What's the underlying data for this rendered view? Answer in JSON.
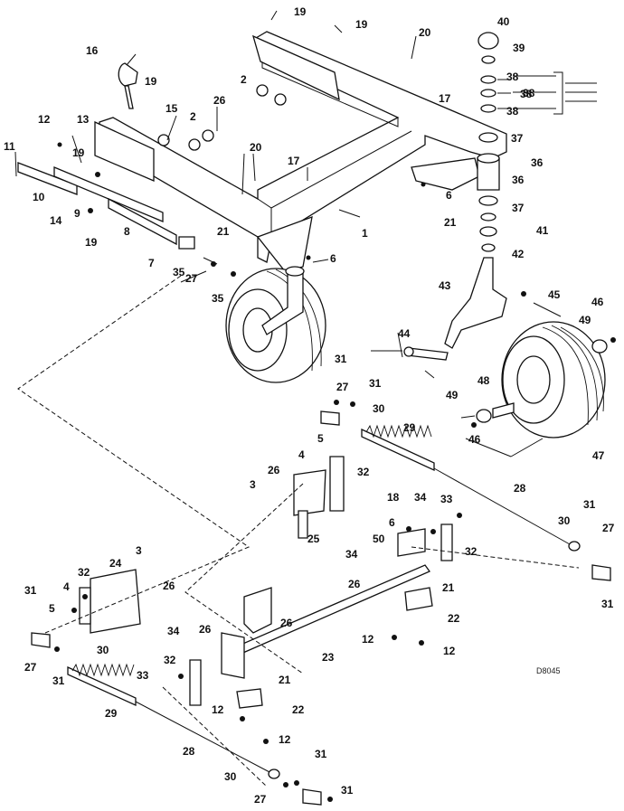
{
  "figure_code": "D8045",
  "callouts": [
    {
      "id": "c19a",
      "text": "19"
    },
    {
      "id": "c19b",
      "text": "19"
    },
    {
      "id": "c20a",
      "text": "20"
    },
    {
      "id": "c40",
      "text": "40"
    },
    {
      "id": "c39",
      "text": "39"
    },
    {
      "id": "c38a",
      "text": "38"
    },
    {
      "id": "c38b",
      "text": "38"
    },
    {
      "id": "c38c",
      "text": "38"
    },
    {
      "id": "c38d",
      "text": "38"
    },
    {
      "id": "c16",
      "text": "16"
    },
    {
      "id": "c2a",
      "text": "2"
    },
    {
      "id": "c17a",
      "text": "17"
    },
    {
      "id": "c19c",
      "text": "19"
    },
    {
      "id": "c26a",
      "text": "26"
    },
    {
      "id": "c2b",
      "text": "2"
    },
    {
      "id": "c12a",
      "text": "12"
    },
    {
      "id": "c13",
      "text": "13"
    },
    {
      "id": "c15",
      "text": "15"
    },
    {
      "id": "c37a",
      "text": "37"
    },
    {
      "id": "c11",
      "text": "11"
    },
    {
      "id": "c19d",
      "text": "19"
    },
    {
      "id": "c20b",
      "text": "20"
    },
    {
      "id": "c36a",
      "text": "36"
    },
    {
      "id": "c17b",
      "text": "17"
    },
    {
      "id": "c10",
      "text": "10"
    },
    {
      "id": "c36b",
      "text": "36"
    },
    {
      "id": "c14",
      "text": "14"
    },
    {
      "id": "c9",
      "text": "9"
    },
    {
      "id": "c6a",
      "text": "6"
    },
    {
      "id": "c1",
      "text": "1"
    },
    {
      "id": "c37b",
      "text": "37"
    },
    {
      "id": "c21a",
      "text": "21"
    },
    {
      "id": "c19e",
      "text": "19"
    },
    {
      "id": "c8",
      "text": "8"
    },
    {
      "id": "c41",
      "text": "41"
    },
    {
      "id": "c21b",
      "text": "21"
    },
    {
      "id": "c42",
      "text": "42"
    },
    {
      "id": "c7",
      "text": "7"
    },
    {
      "id": "c6b",
      "text": "6"
    },
    {
      "id": "c35a",
      "text": "35"
    },
    {
      "id": "c27a",
      "text": "27"
    },
    {
      "id": "c35b",
      "text": "35"
    },
    {
      "id": "c43",
      "text": "43"
    },
    {
      "id": "c45",
      "text": "45"
    },
    {
      "id": "c46a",
      "text": "46"
    },
    {
      "id": "c49a",
      "text": "49"
    },
    {
      "id": "c44",
      "text": "44"
    },
    {
      "id": "c31a",
      "text": "31"
    },
    {
      "id": "c27b",
      "text": "27"
    },
    {
      "id": "c31b",
      "text": "31"
    },
    {
      "id": "c48",
      "text": "48"
    },
    {
      "id": "c30a",
      "text": "30"
    },
    {
      "id": "c49b",
      "text": "49"
    },
    {
      "id": "c29a",
      "text": "29"
    },
    {
      "id": "c46b",
      "text": "46"
    },
    {
      "id": "c5a",
      "text": "5"
    },
    {
      "id": "c4a",
      "text": "4"
    },
    {
      "id": "c47",
      "text": "47"
    },
    {
      "id": "c26b",
      "text": "26"
    },
    {
      "id": "c32a",
      "text": "32"
    },
    {
      "id": "c3a",
      "text": "3"
    },
    {
      "id": "c28a",
      "text": "28"
    },
    {
      "id": "c25",
      "text": "25"
    },
    {
      "id": "c18",
      "text": "18"
    },
    {
      "id": "c34a",
      "text": "34"
    },
    {
      "id": "c33a",
      "text": "33"
    },
    {
      "id": "c6c",
      "text": "6"
    },
    {
      "id": "c50",
      "text": "50"
    },
    {
      "id": "c31c",
      "text": "31"
    },
    {
      "id": "c30b",
      "text": "30"
    },
    {
      "id": "c27c",
      "text": "27"
    },
    {
      "id": "c32b",
      "text": "32"
    },
    {
      "id": "c3b",
      "text": "3"
    },
    {
      "id": "c34b",
      "text": "34"
    },
    {
      "id": "c26c",
      "text": "26"
    },
    {
      "id": "c31d",
      "text": "31"
    },
    {
      "id": "c32c",
      "text": "32"
    },
    {
      "id": "c24",
      "text": "24"
    },
    {
      "id": "c26d",
      "text": "26"
    },
    {
      "id": "c21c",
      "text": "21"
    },
    {
      "id": "c4b",
      "text": "4"
    },
    {
      "id": "c5b",
      "text": "5"
    },
    {
      "id": "c22a",
      "text": "22"
    },
    {
      "id": "c31e",
      "text": "31"
    },
    {
      "id": "c26e",
      "text": "26"
    },
    {
      "id": "c34c",
      "text": "34"
    },
    {
      "id": "c26f",
      "text": "26"
    },
    {
      "id": "c12b",
      "text": "12"
    },
    {
      "id": "c12c",
      "text": "12"
    },
    {
      "id": "c27d",
      "text": "27"
    },
    {
      "id": "c30c",
      "text": "30"
    },
    {
      "id": "c31f",
      "text": "31"
    },
    {
      "id": "c23",
      "text": "23"
    },
    {
      "id": "c32d",
      "text": "32"
    },
    {
      "id": "c33b",
      "text": "33"
    },
    {
      "id": "c21d",
      "text": "21"
    },
    {
      "id": "c29b",
      "text": "29"
    },
    {
      "id": "c22b",
      "text": "22"
    },
    {
      "id": "c12d",
      "text": "12"
    },
    {
      "id": "c12e",
      "text": "12"
    },
    {
      "id": "c28b",
      "text": "28"
    },
    {
      "id": "c31g",
      "text": "31"
    },
    {
      "id": "c30d",
      "text": "30"
    },
    {
      "id": "c27e",
      "text": "27"
    },
    {
      "id": "c31h",
      "text": "31"
    }
  ]
}
